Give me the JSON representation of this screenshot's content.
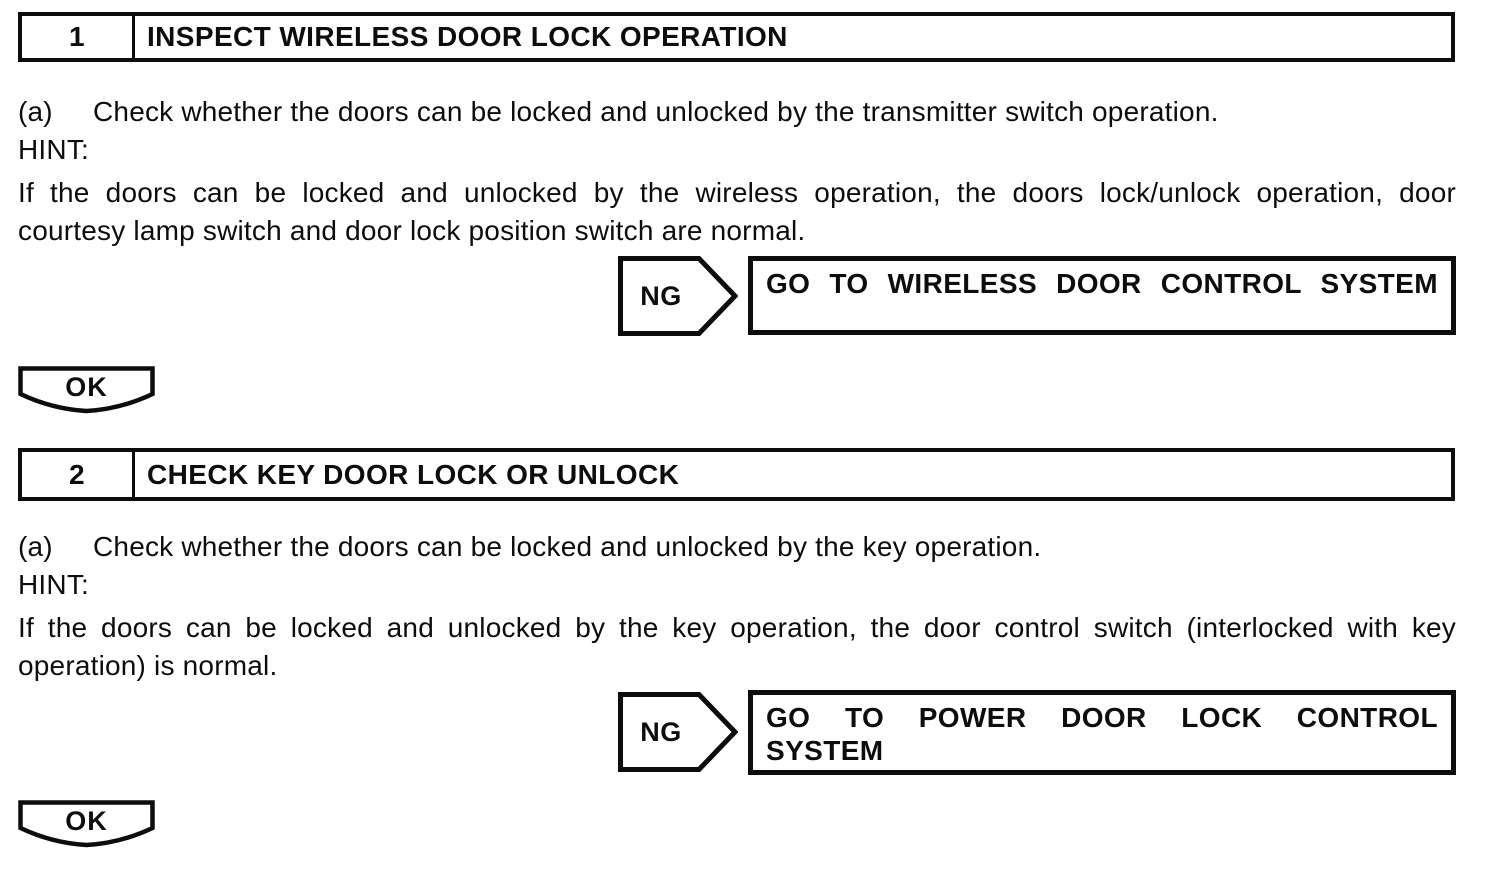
{
  "document": {
    "ink_color": "#0d0d0d",
    "background_color": "#ffffff"
  },
  "steps": [
    {
      "number": "1",
      "title": "INSPECT WIRELESS DOOR LOCK OPERATION",
      "instruction_label": "(a)",
      "instruction": "Check whether the doors can be locked and unlocked by the transmitter switch operation.",
      "hint_label": "HINT:",
      "hint_line_1": "If the doors can be locked and unlocked by the wireless operation, the doors lock/unlock operation, door",
      "hint_line_2": "courtesy lamp switch and door lock position switch are normal.",
      "ng_label": "NG",
      "ng_action_line_1": "GO TO WIRELESS DOOR CONTROL SYSTEM",
      "ng_action_line_2": "",
      "ok_label": "OK"
    },
    {
      "number": "2",
      "title": "CHECK KEY DOOR LOCK OR UNLOCK",
      "instruction_label": "(a)",
      "instruction": "Check whether the doors can be locked and unlocked by the key operation.",
      "hint_label": "HINT:",
      "hint_line_1": "If the doors can be locked and unlocked by the key operation, the door control switch (interlocked with key",
      "hint_line_2": "operation) is normal.",
      "ng_label": "NG",
      "ng_action_line_1": "GO TO POWER DOOR LOCK CONTROL",
      "ng_action_line_2": "SYSTEM",
      "ok_label": "OK"
    }
  ]
}
